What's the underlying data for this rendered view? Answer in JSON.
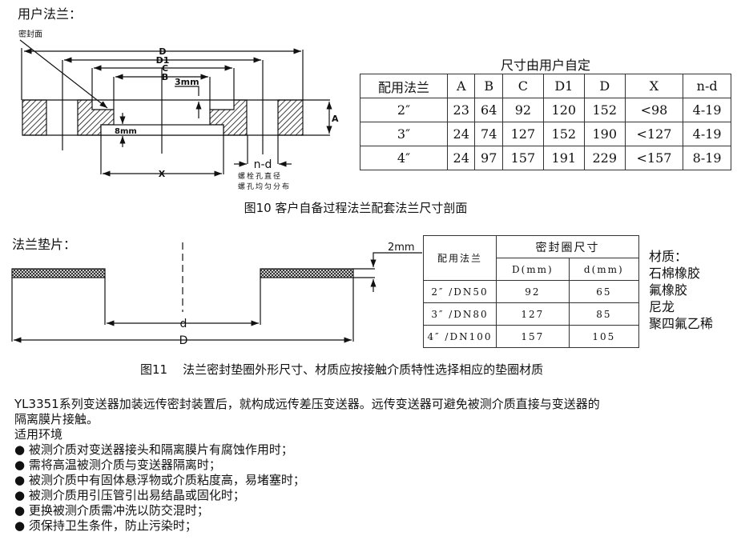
{
  "fig10": {
    "heading": "用户法兰：",
    "labels": {
      "seal_face": "密封面",
      "D": "D",
      "D1": "D1",
      "C": "C",
      "B": "B",
      "mm3": "3mm",
      "mm8": "8mm",
      "A": "A",
      "X": "X",
      "nd": "n-d",
      "bolt1": "螺栓孔直径",
      "bolt2": "螺孔均匀分布"
    },
    "table_title": "尺寸由用户自定",
    "headers": [
      "配用法兰",
      "A",
      "B",
      "C",
      "D1",
      "D",
      "X",
      "n-d"
    ],
    "rows": [
      [
        "2″",
        "23",
        "64",
        "92",
        "120",
        "152",
        "<98",
        "4-19"
      ],
      [
        "3″",
        "24",
        "74",
        "127",
        "152",
        "190",
        "<127",
        "4-19"
      ],
      [
        "4″",
        "24",
        "97",
        "157",
        "191",
        "229",
        "<157",
        "8-19"
      ]
    ],
    "caption": "图10  客户自备过程法兰配套法兰尺寸剖面"
  },
  "fig11": {
    "heading": "法兰垫片：",
    "labels": {
      "d": "d",
      "D": "D",
      "mm2": "2mm"
    },
    "header_flange": "配用法兰",
    "header_size": "密封圈尺寸",
    "col_D": "D(mm)",
    "col_d": "d(mm)",
    "rows": [
      [
        "2″ /DN50",
        "92",
        "65"
      ],
      [
        "3″ /DN80",
        "127",
        "85"
      ],
      [
        "4″ /DN100",
        "157",
        "105"
      ]
    ],
    "materials_title": "材质：",
    "materials": [
      "石棉橡胶",
      "氟橡胶",
      "尼龙",
      "聚四氟乙稀"
    ],
    "caption": "图11    法兰密封垫圈外形尺寸、材质应按接触介质特性选择相应的垫圈材质"
  },
  "body": {
    "lines": [
      "YL3351系列变送器加装远传密封装置后，就构成远传差压变送器。远传变送器可避免被测介质直接与变送器的",
      "隔离膜片接触。",
      "适用环境"
    ],
    "bullets": [
      "被测介质对变送器接头和隔离膜片有腐蚀作用时；",
      "需将高温被测介质与变送器隔离时；",
      "被测介质中有固体悬浮物或介质粘度高，易堵塞时；",
      "被测介质用引压管引出易结晶或固化时；",
      "更换被测介质需冲洗以防交混时；",
      "须保持卫生条件，防止污染时；"
    ],
    "bullet_char": "●"
  }
}
